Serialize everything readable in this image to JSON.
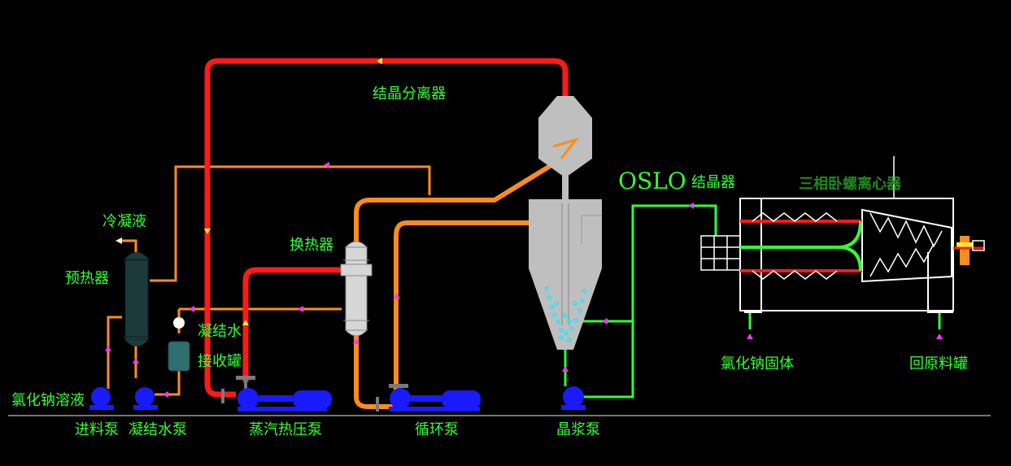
{
  "labels": {
    "separator": "结晶分离器",
    "condensate": "冷凝液",
    "preheater": "预热器",
    "heat_exchanger": "换热器",
    "condensate_water_1": "凝结水",
    "condensate_water_2": "接收罐",
    "oslo": "OSLO",
    "crystallizer": "结晶器",
    "centrifuge": "三相卧螺离心器",
    "nacl_solution": "氯化钠溶液",
    "feed_pump": "进料泵",
    "condensate_pump": "凝结水泵",
    "compressor_pump": "蒸汽热压泵",
    "circulation_pump": "循环泵",
    "slurry_pump": "晶浆泵",
    "nacl_solid": "氯化钠固体",
    "return_tank": "回原料罐"
  },
  "colors": {
    "background": "#000000",
    "steam_line": "#ff1a1a",
    "liquid_line": "#ff8c1a",
    "slurry_line": "#33ff33",
    "pump": "#1a1aff",
    "vessel": "#bfbfbf",
    "preheater": "#1c3a3a",
    "arrow": "#ff33ff",
    "label": "#33ff33"
  }
}
